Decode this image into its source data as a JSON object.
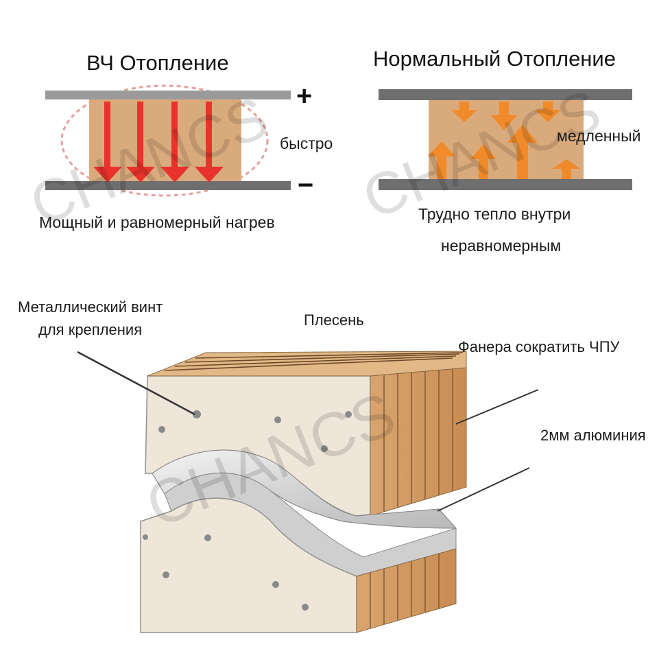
{
  "rf_heating": {
    "title": "ВЧ Отопление",
    "plus_sign": "+",
    "minus_sign": "−",
    "speed_label": "быстро",
    "caption": "Мощный и равномерный нагрев"
  },
  "normal_heating": {
    "title": "Нормальный Отопление",
    "speed_label": "медленный",
    "caption_line1": "Трудно тепло внутри",
    "caption_line2": "неравномерным"
  },
  "mold_diagram": {
    "label_screw_line1": "Металлический винт",
    "label_screw_line2": "для крепления",
    "label_mold": "Плесень",
    "label_plywood": "Фанера сократить ЧПУ",
    "label_aluminum": "2мм алюминия"
  },
  "watermark": "CHANCS",
  "colors": {
    "plate": "#6f6f6f",
    "wood": "#d9ab7c",
    "rf_arrow": "#e8322b",
    "heat_arrow": "#f08a2a",
    "mold_face": "#efe6da",
    "aluminum": "#d6d6d6"
  }
}
